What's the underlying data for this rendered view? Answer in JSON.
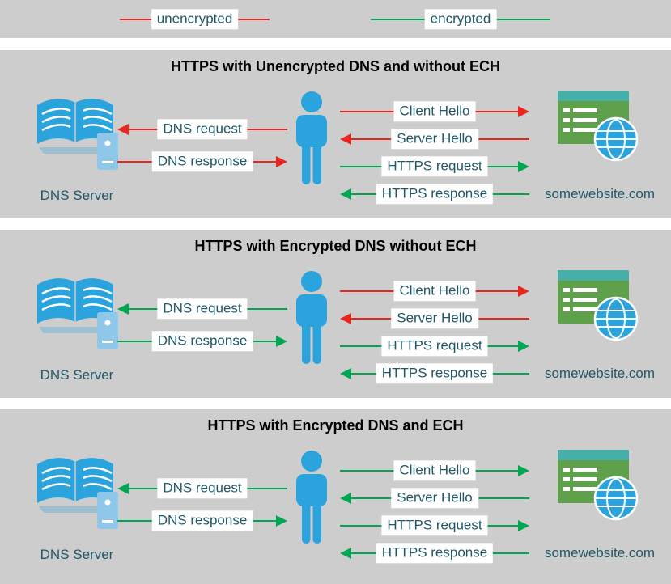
{
  "colors": {
    "unencrypted_red": "#e8251f",
    "encrypted_green": "#00a651",
    "label_text_teal": "#215868",
    "panel_background": "#cdcdcd",
    "figure_blue": "#2ba3dc",
    "website_green": "#5fa04b",
    "website_header_teal": "#45afa8"
  },
  "icons": {
    "dns_server": "open-book-with-server-icon",
    "user": "person-icon",
    "website": "browser-window-with-globe-icon",
    "arrowhead": "triangle-arrowhead-icon"
  },
  "legend": {
    "items": [
      {
        "label": "unencrypted",
        "color": "red"
      },
      {
        "label": "encrypted",
        "color": "green"
      }
    ]
  },
  "panels": [
    {
      "title": "HTTPS with Unencrypted DNS and without ECH",
      "dns_label": "DNS Server",
      "site_label": "somewebsite.com",
      "dns_arrows": [
        {
          "label": "DNS request",
          "dir": "left",
          "color": "red"
        },
        {
          "label": "DNS response",
          "dir": "right",
          "color": "red"
        }
      ],
      "web_arrows": [
        {
          "label": "Client Hello",
          "dir": "right",
          "color": "red"
        },
        {
          "label": "Server Hello",
          "dir": "left",
          "color": "red"
        },
        {
          "label": "HTTPS request",
          "dir": "right",
          "color": "green"
        },
        {
          "label": "HTTPS response",
          "dir": "left",
          "color": "green"
        }
      ]
    },
    {
      "title": "HTTPS with Encrypted DNS without ECH",
      "dns_label": "DNS Server",
      "site_label": "somewebsite.com",
      "dns_arrows": [
        {
          "label": "DNS request",
          "dir": "left",
          "color": "green"
        },
        {
          "label": "DNS response",
          "dir": "right",
          "color": "green"
        }
      ],
      "web_arrows": [
        {
          "label": "Client Hello",
          "dir": "right",
          "color": "red"
        },
        {
          "label": "Server Hello",
          "dir": "left",
          "color": "red"
        },
        {
          "label": "HTTPS request",
          "dir": "right",
          "color": "green"
        },
        {
          "label": "HTTPS response",
          "dir": "left",
          "color": "green"
        }
      ]
    },
    {
      "title": "HTTPS with Encrypted DNS and ECH",
      "dns_label": "DNS Server",
      "site_label": "somewebsite.com",
      "dns_arrows": [
        {
          "label": "DNS request",
          "dir": "left",
          "color": "green"
        },
        {
          "label": "DNS response",
          "dir": "right",
          "color": "green"
        }
      ],
      "web_arrows": [
        {
          "label": "Client Hello",
          "dir": "right",
          "color": "green"
        },
        {
          "label": "Server Hello",
          "dir": "left",
          "color": "green"
        },
        {
          "label": "HTTPS request",
          "dir": "right",
          "color": "green"
        },
        {
          "label": "HTTPS response",
          "dir": "left",
          "color": "green"
        }
      ]
    }
  ]
}
